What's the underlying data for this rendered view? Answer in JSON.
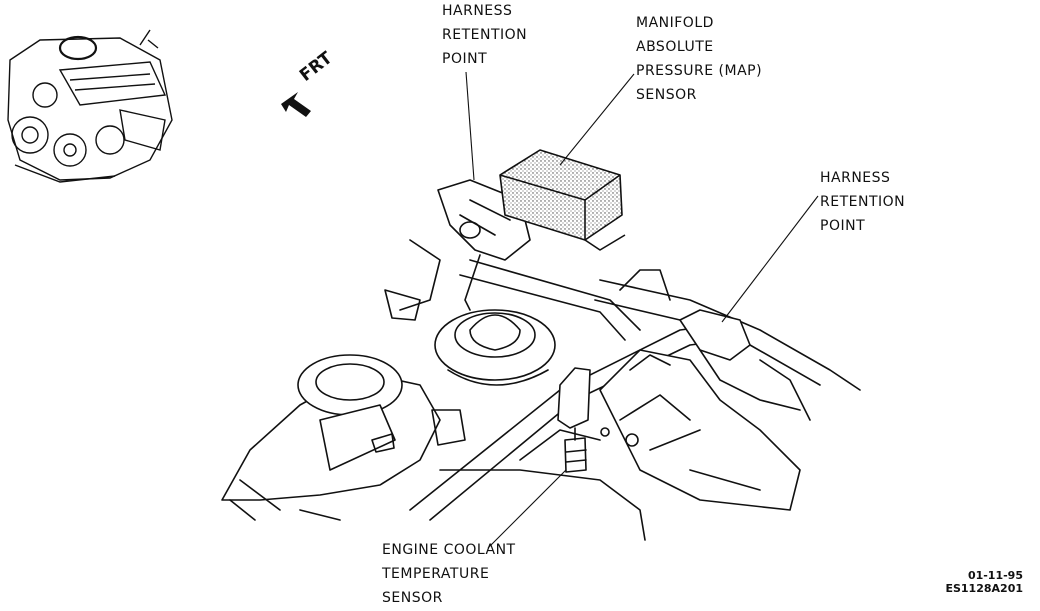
{
  "labels": {
    "harness_retention_left": [
      "HARNESS",
      "RETENTION",
      "POINT"
    ],
    "map_sensor": [
      "MANIFOLD",
      "ABSOLUTE",
      "PRESSURE (MAP)",
      "SENSOR"
    ],
    "harness_retention_right": [
      "HARNESS",
      "RETENTION",
      "POINT"
    ],
    "coolant_sensor": [
      "ENGINE COOLANT",
      "TEMPERATURE",
      "SENSOR"
    ]
  },
  "direction_marker": "FRT",
  "figure_date": "01-11-95",
  "figure_code": "ES1128A201",
  "colors": {
    "ink": "#111111",
    "background": "#ffffff",
    "sensor_shade": "#bdbdbd"
  }
}
